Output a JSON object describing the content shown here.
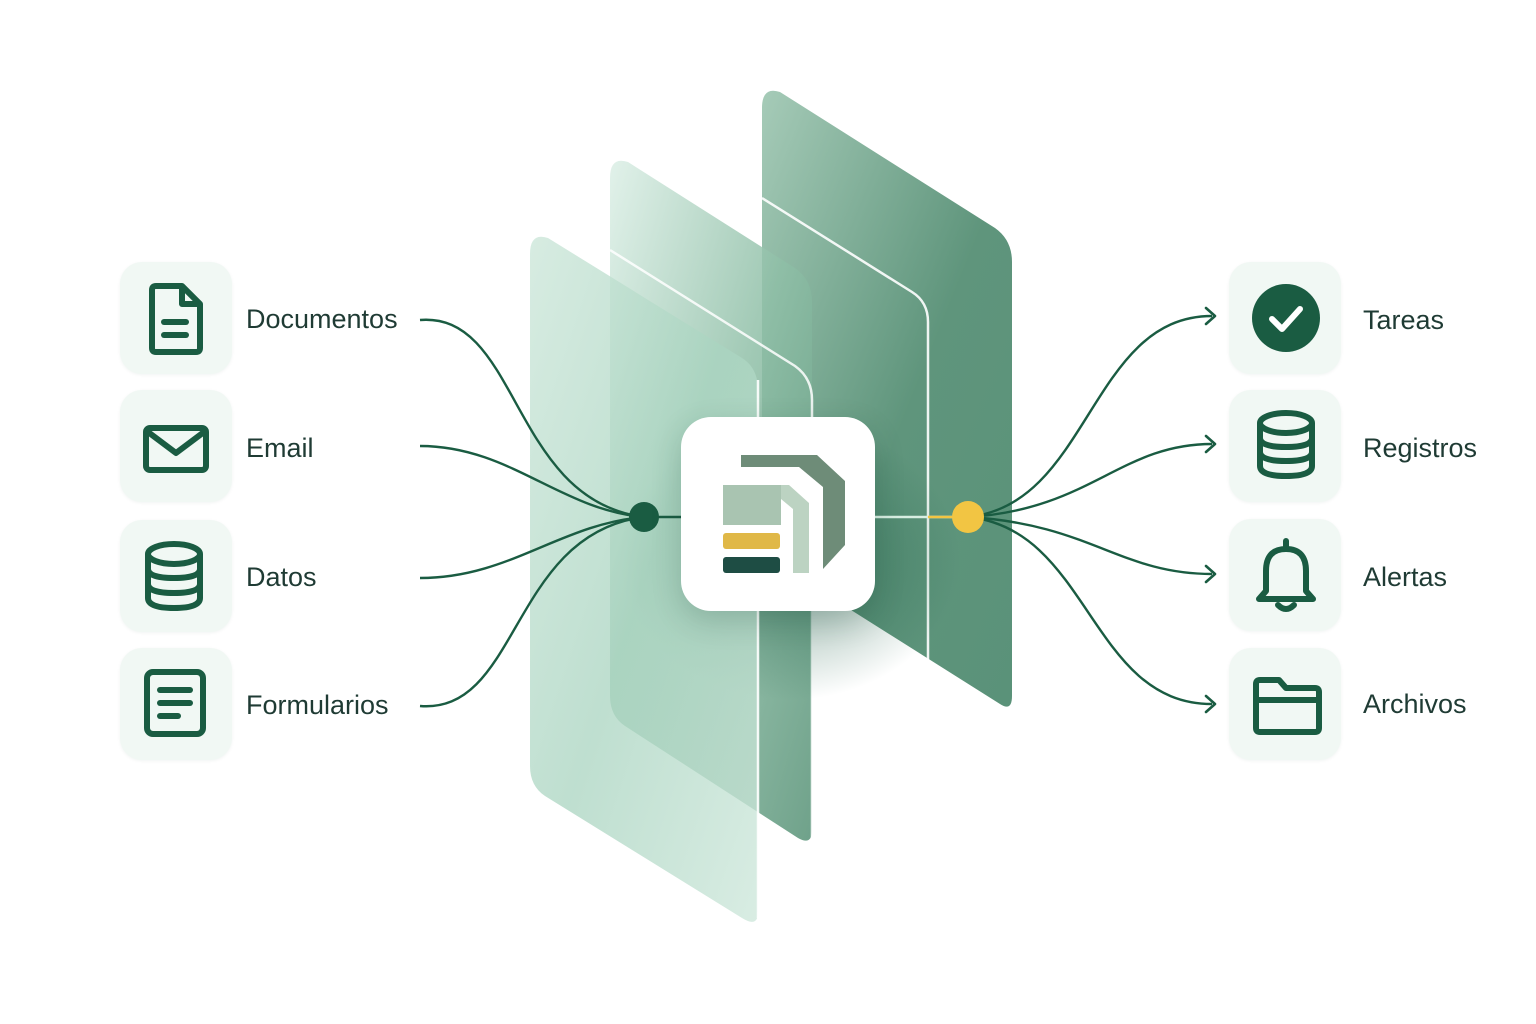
{
  "diagram": {
    "inputs": [
      {
        "label": "Documentos",
        "icon": "document-icon"
      },
      {
        "label": "Email",
        "icon": "envelope-icon"
      },
      {
        "label": "Datos",
        "icon": "database-icon"
      },
      {
        "label": "Formularios",
        "icon": "form-icon"
      }
    ],
    "outputs": [
      {
        "label": "Tareas",
        "icon": "check-circle-icon"
      },
      {
        "label": "Registros",
        "icon": "database-icon"
      },
      {
        "label": "Alertas",
        "icon": "bell-icon"
      },
      {
        "label": "Archivos",
        "icon": "folder-icon"
      }
    ],
    "hub": {
      "icon": "layered-logo-icon"
    }
  },
  "colors": {
    "primary": "#1a5c42",
    "accent": "#f2c543",
    "tile": "#f1f8f4",
    "text": "#1f3b34",
    "panel_light": "#c9e6d8",
    "panel_dark": "#4f8e71"
  }
}
